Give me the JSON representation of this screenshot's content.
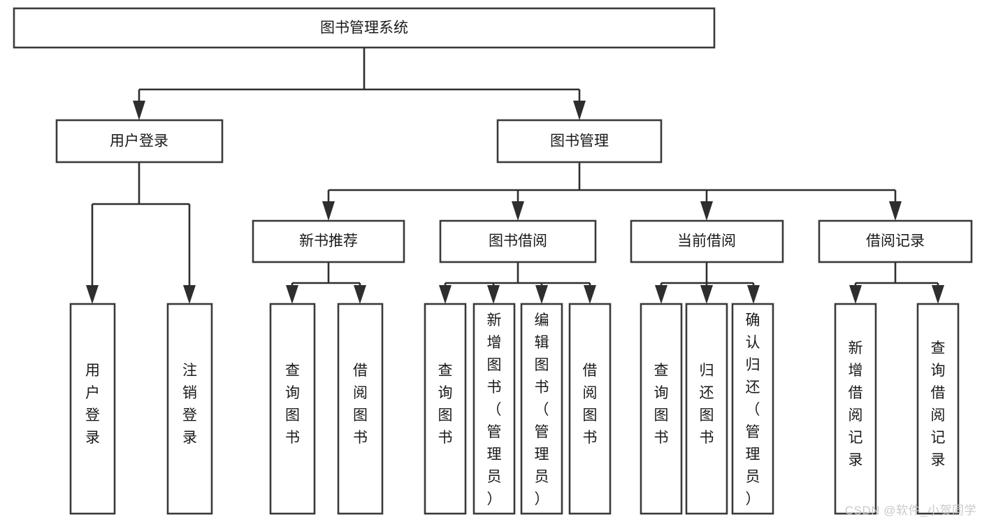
{
  "diagram": {
    "title": "图书管理系统",
    "type": "tree-hierarchy-diagram",
    "watermark": "CSDN @软件_小贺同学",
    "levels": {
      "root": "图书管理系统",
      "level2": [
        "用户登录",
        "图书管理"
      ],
      "level3": [
        "新书推荐",
        "图书借阅",
        "当前借阅",
        "借阅记录"
      ]
    },
    "nodes": {
      "root": {
        "label": "图书管理系统"
      },
      "user_login": {
        "label": "用户登录"
      },
      "book_manage": {
        "label": "图书管理"
      },
      "new_book_rec": {
        "label": "新书推荐"
      },
      "book_borrow": {
        "label": "图书借阅"
      },
      "current_borrow": {
        "label": "当前借阅"
      },
      "borrow_record": {
        "label": "借阅记录"
      }
    },
    "leaves": {
      "user_login": [
        {
          "label": "用户登录"
        },
        {
          "label": "注销登录"
        }
      ],
      "new_book_rec": [
        {
          "label": "查询图书"
        },
        {
          "label": "借阅图书"
        }
      ],
      "book_borrow": [
        {
          "label": "查询图书"
        },
        {
          "label": "新增图书（管理员）"
        },
        {
          "label": "编辑图书（管理员）"
        },
        {
          "label": "借阅图书"
        }
      ],
      "current_borrow": [
        {
          "label": "查询图书"
        },
        {
          "label": "归还图书"
        },
        {
          "label": "确认归还（管理员）"
        }
      ],
      "borrow_record": [
        {
          "label": "新增借阅记录"
        },
        {
          "label": "查询借阅记录"
        }
      ]
    },
    "colors": {
      "box_stroke": "#3a3a3a",
      "box_fill": "#ffffff",
      "connector": "#2e2e2e",
      "text": "#1a1a1a",
      "watermark": "#c9c9c9",
      "background": "#ffffff"
    }
  }
}
